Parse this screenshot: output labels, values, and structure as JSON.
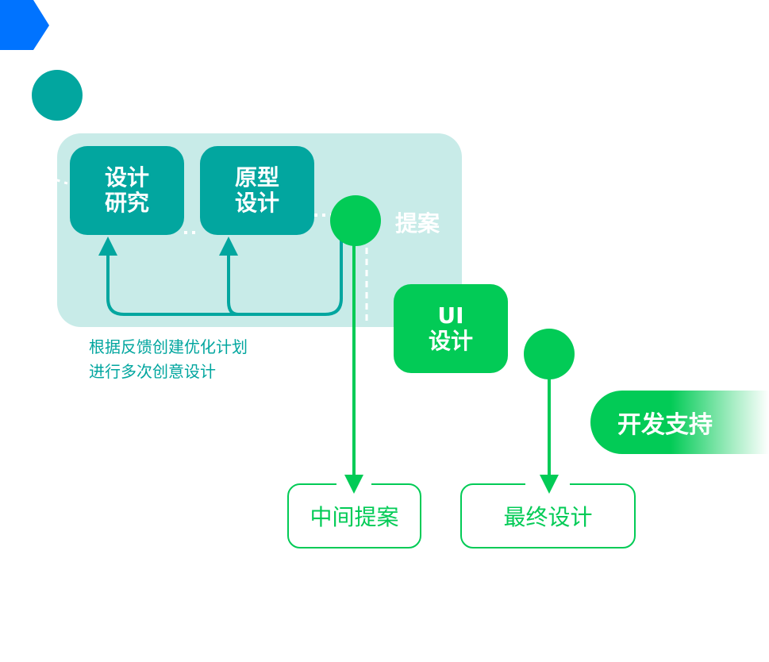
{
  "colors": {
    "blue": "#0073ff",
    "teal": "#02a69f",
    "green": "#02cb56",
    "panel": "#c8ebe8"
  },
  "phase_label": "提案",
  "boxes": {
    "research": [
      "设计",
      "研究"
    ],
    "prototype": [
      "原型",
      "设计"
    ],
    "ui": [
      "UI",
      "设计"
    ]
  },
  "note": [
    "根据反馈创建优化计划",
    "进行多次创意设计"
  ],
  "dev_support": "开发支持",
  "outputs": {
    "intermediate": "中间提案",
    "final": "最终设计"
  }
}
